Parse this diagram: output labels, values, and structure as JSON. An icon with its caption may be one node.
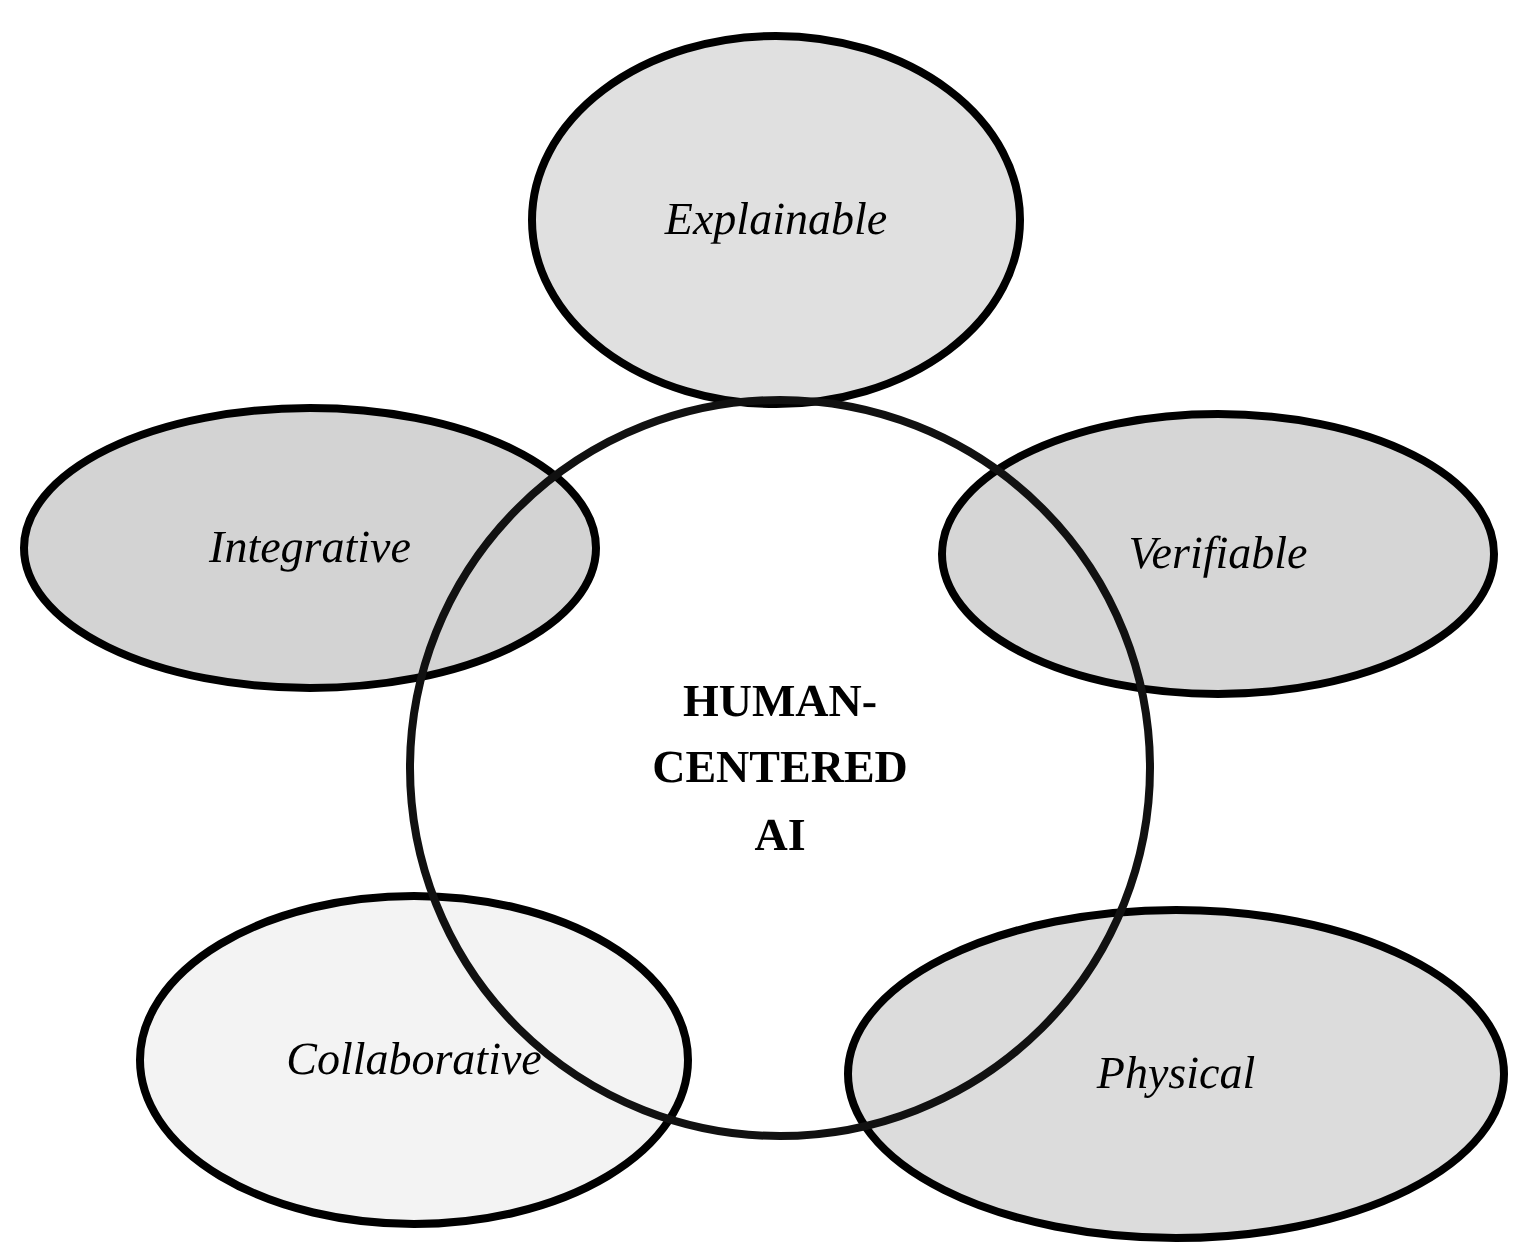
{
  "diagram": {
    "nodes": [
      {
        "text": [
          "Explainable"
        ]
      },
      {
        "text": [
          "Integrative"
        ]
      },
      {
        "text": [
          "HUMAN-CENTERED AI"
        ]
      },
      {
        "text": [
          "Verifiable"
        ]
      },
      {
        "text": [
          "Collaborative"
        ]
      },
      {
        "text": [
          "Physical"
        ]
      }
    ]
  }
}
